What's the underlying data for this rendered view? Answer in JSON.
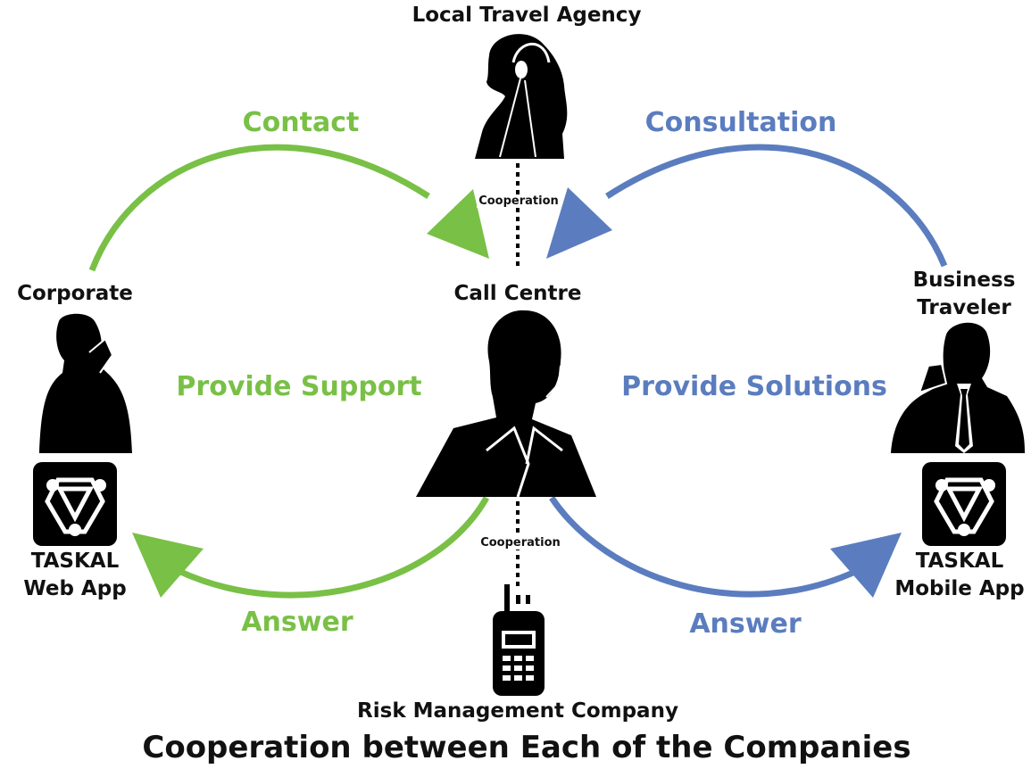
{
  "title": "Cooperation between Each of the Companies",
  "colors": {
    "green": "#79c046",
    "blue": "#5b7dbf",
    "black": "#111111"
  },
  "nodes": {
    "local_travel_agency": {
      "label": "Local Travel Agency",
      "icon": "headset-woman-icon"
    },
    "call_centre": {
      "label": "Call Centre",
      "icon": "headset-agent-icon"
    },
    "corporate": {
      "label": "Corporate",
      "icon": "phone-businessman-icon"
    },
    "business_traveler": {
      "label": "Business Traveler",
      "icon": "phone-traveler-icon"
    },
    "risk_management": {
      "label": "Risk Management Company",
      "icon": "radio-transceiver-icon"
    },
    "web_app": {
      "label_line1": "TASKAL",
      "label_line2": "Web App",
      "icon": "taskal-logo-icon"
    },
    "mobile_app": {
      "label_line1": "TASKAL",
      "label_line2": "Mobile App",
      "icon": "taskal-logo-icon"
    }
  },
  "flows": {
    "contact": "Contact",
    "consultation": "Consultation",
    "provide_support": "Provide Support",
    "provide_solutions": "Provide Solutions",
    "answer_left": "Answer",
    "answer_right": "Answer"
  },
  "links": {
    "cooperation_top": "Cooperation",
    "cooperation_bottom": "Cooperation"
  }
}
